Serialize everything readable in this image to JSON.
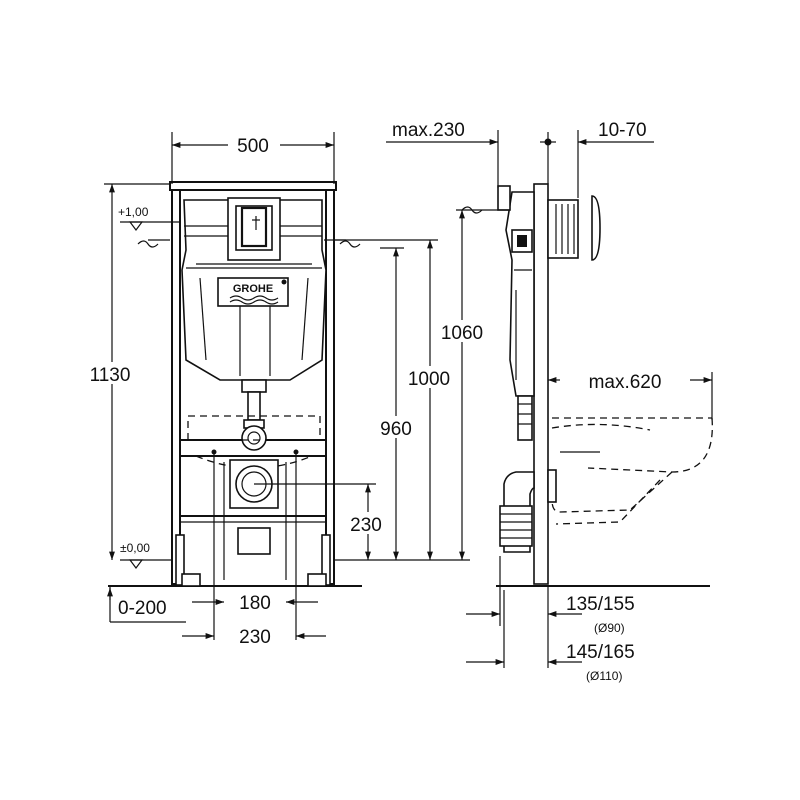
{
  "front_view": {
    "width_label": "500",
    "height_total_label": "1130",
    "level_top_label": "+1,00",
    "level_zero_label": "±0,00",
    "inlet_height_label": "1000",
    "flush_pipe_height_label": "960",
    "waste_height_label": "230",
    "adjust_label": "0-200",
    "foot_spacing_label": "180",
    "bolt_spacing_label": "230",
    "brand_logo": "GROHE"
  },
  "side_view": {
    "depth_label": "max.230",
    "wall_thickness_label": "10-70",
    "actuator_height_label": "1060",
    "bowl_projection_label": "max.620",
    "offset_90_label": "135/155",
    "offset_90_note": "(Ø90)",
    "offset_110_label": "145/165",
    "offset_110_note": "(Ø110)"
  }
}
